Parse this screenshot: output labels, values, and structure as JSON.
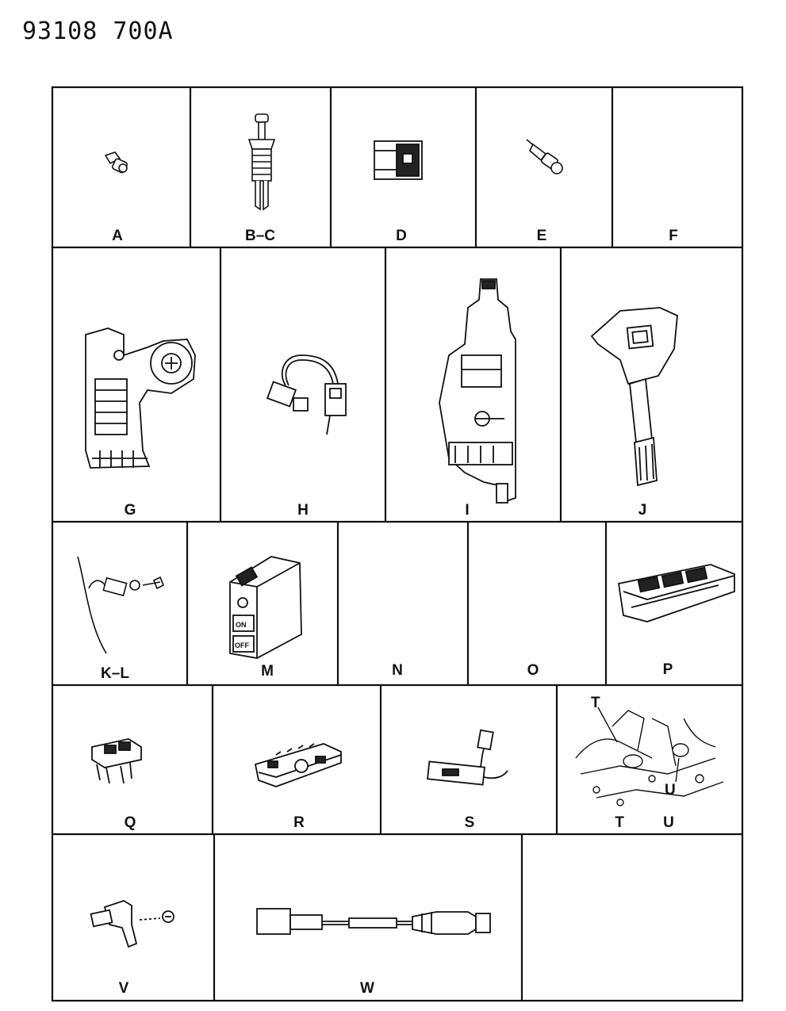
{
  "header": {
    "doc_number": "93108  700A"
  },
  "cells": {
    "A": "A",
    "BC": "B–C",
    "D": "D",
    "E": "E",
    "F": "F",
    "G": "G",
    "H": "H",
    "I": "I",
    "J": "J",
    "KL": "K–L",
    "M": "M",
    "N": "N",
    "O": "O",
    "P": "P",
    "Q": "Q",
    "R": "R",
    "S": "S",
    "TU_T": "T",
    "TU_U": "U",
    "V": "V",
    "W": "W"
  },
  "callouts": {
    "T": "T",
    "U": "U"
  },
  "m_switch": {
    "on": "ON",
    "off": "OFF"
  }
}
